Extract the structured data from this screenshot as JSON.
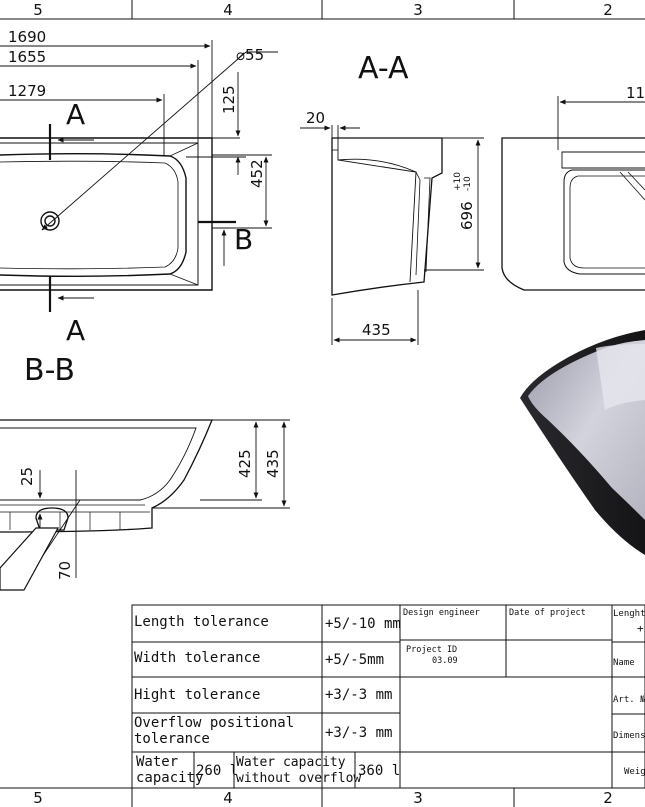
{
  "border": {
    "top_zones": [
      "5",
      "4",
      "3",
      "2"
    ],
    "bottom_zones": [
      "5",
      "4",
      "3",
      "2"
    ]
  },
  "top_view": {
    "dims": {
      "overall_length": "1690",
      "inner_length": "1655",
      "drain_offset": "1279",
      "drain_diameter": "⌀55",
      "rim_125": "125",
      "width_452": "452"
    },
    "section_a_top": "A",
    "section_a_bottom": "A",
    "section_b": "B"
  },
  "section_aa": {
    "title": "A-A",
    "dims": {
      "wall": "20",
      "height": "696",
      "tol_plus": "+10",
      "tol_minus": "-10",
      "base": "435"
    }
  },
  "side_view": {
    "dims": {
      "partial": "11"
    }
  },
  "section_bb": {
    "title": "B-B",
    "dims": {
      "depth_425": "425",
      "depth_435": "435",
      "d25": "25",
      "d70": "70"
    }
  },
  "title_block": {
    "tolerances": [
      {
        "name": "Length tolerance",
        "value": "+5/-10 mm"
      },
      {
        "name": "Width tolerance",
        "value": "+5/-5mm"
      },
      {
        "name": "Hight tolerance",
        "value": "+3/-3 mm"
      },
      {
        "name_1": "Overflow positional",
        "name_2": "tolerance",
        "value": "+3/-3 mm"
      }
    ],
    "capacity": {
      "label_1": "Water",
      "label_2": "capacity",
      "value": "260 l",
      "overflow_label_1": "Water capacity",
      "overflow_label_2": "without overflow",
      "overflow_value": "360 l"
    },
    "design_engineer": "Design engineer",
    "date_of_project": "Date of project",
    "project_id_label": "Project ID",
    "project_id_value": "03.09",
    "right_labels": [
      "Lenght",
      "+",
      "Name",
      "Art. №",
      "Dimensi",
      "Weig"
    ]
  },
  "colors": {
    "line": "#111111",
    "render_dark": "#1b1b1e",
    "render_light": "#c9c9d3"
  }
}
